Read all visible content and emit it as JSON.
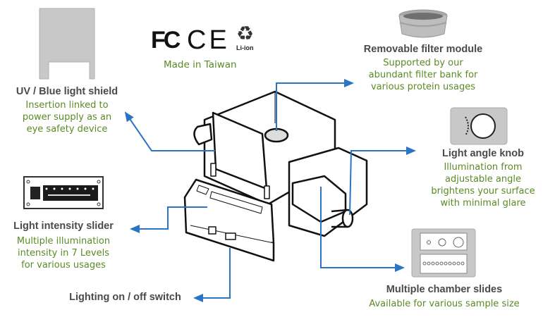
{
  "certifications": {
    "fcc_label": "FC",
    "ce_label": "CE",
    "recycle_label": "Li-ion",
    "origin": "Made in Taiwan"
  },
  "features": [
    {
      "id": "shield",
      "title": "UV / Blue light shield",
      "desc": [
        "Insertion linked to",
        "power supply as an",
        "eye safety device"
      ]
    },
    {
      "id": "filter",
      "title": "Removable filter module",
      "desc": [
        "Supported by our",
        "abundant filter bank for",
        "various protein usages"
      ]
    },
    {
      "id": "knob",
      "title": "Light angle knob",
      "desc": [
        "Illumination from",
        "adjustable angle",
        "brightens your surface",
        "with minimal glare"
      ]
    },
    {
      "id": "slider",
      "title": "Light intensity slider",
      "desc": [
        "Multiple illumination",
        "intensity in 7 Levels",
        "for various usages"
      ]
    },
    {
      "id": "switch",
      "title": "Lighting on / off switch",
      "desc": []
    },
    {
      "id": "slides",
      "title": "Multiple chamber slides",
      "desc": [
        "Available for various sample size"
      ]
    }
  ],
  "colors": {
    "accent": "#2a74c4",
    "title": "#4a4a4a",
    "desc": "#5a8a24",
    "icon_gray": "#c8c8c8"
  }
}
